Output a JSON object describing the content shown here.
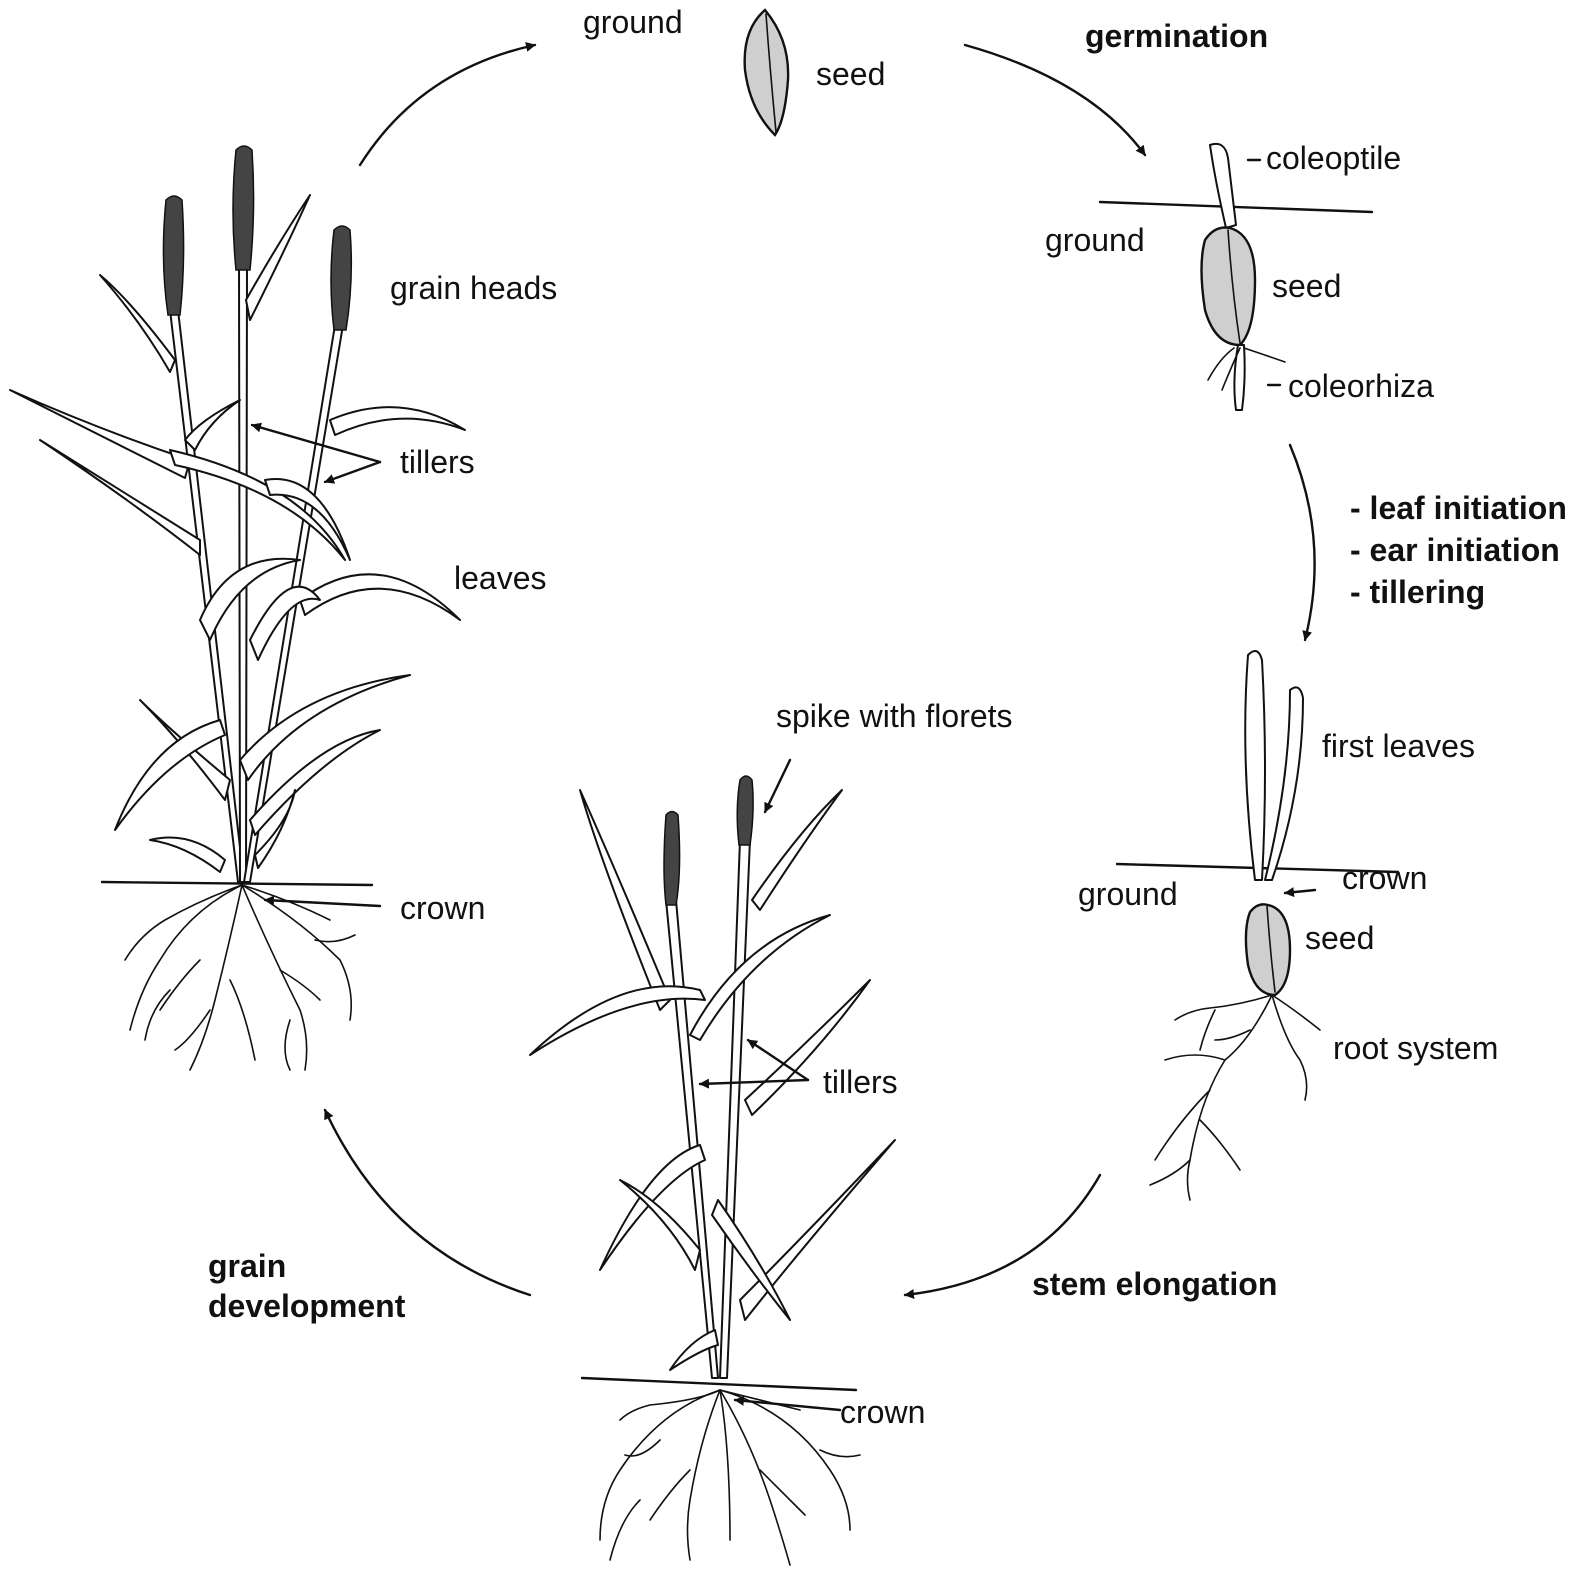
{
  "stages": {
    "seed": {
      "ground_label": "ground",
      "seed_label": "seed"
    },
    "germination": {
      "arrow_label": "germination",
      "coleoptile_label": "coleoptile",
      "ground_label": "ground",
      "seed_label": "seed",
      "coleorhiza_label": "coleorhiza"
    },
    "seedling": {
      "arrow_labels": [
        "- leaf initiation",
        "- ear initiation",
        "- tillering"
      ],
      "first_leaves_label": "first leaves",
      "ground_label": "ground",
      "crown_label": "crown",
      "seed_label": "seed",
      "root_system_label": "root system"
    },
    "elongation": {
      "arrow_label": "stem elongation",
      "spike_label": "spike with florets",
      "tillers_label": "tillers",
      "crown_label": "crown"
    },
    "mature": {
      "arrow_label_line1": "grain",
      "arrow_label_line2": "development",
      "grain_heads_label": "grain heads",
      "tillers_label": "tillers",
      "leaves_label": "leaves",
      "crown_label": "crown"
    }
  },
  "colors": {
    "line": "#111111",
    "seed_fill": "#cfcfcf",
    "background": "#ffffff"
  }
}
